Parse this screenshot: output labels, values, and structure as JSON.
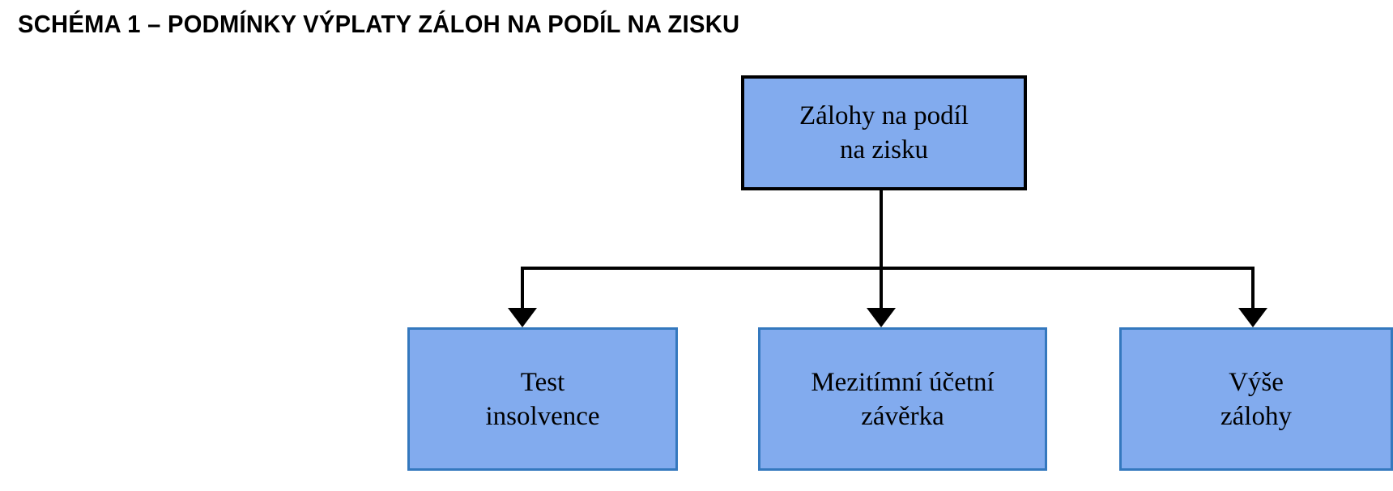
{
  "title": "SCHÉMA 1 – PODMÍNKY VÝPLATY ZÁLOH NA PODÍL NA ZISKU",
  "colors": {
    "box_fill": "#82ABEE",
    "root_border": "#000000",
    "leaf_border": "#3478BE",
    "connector": "#000000",
    "text": "#000000",
    "background": "#FFFFFF"
  },
  "diagram": {
    "type": "tree",
    "root": {
      "id": "root",
      "label": "Zálohy na podíl\nna zisku",
      "line1": "Zálohy na podíl",
      "line2": "na zisku"
    },
    "children": [
      {
        "id": "insolvency",
        "label": "Test\ninsolvence",
        "line1": "Test",
        "line2": "insolvence"
      },
      {
        "id": "statement",
        "label": "Mezitímní účetní\nzávěrka",
        "line1": "Mezitímní účetní",
        "line2": "závěrka"
      },
      {
        "id": "amount",
        "label": "Výše\nzálohy",
        "line1": "Výše",
        "line2": "zálohy"
      }
    ],
    "edges": [
      {
        "from": "root",
        "to": "insolvency",
        "arrow": "down"
      },
      {
        "from": "root",
        "to": "statement",
        "arrow": "down"
      },
      {
        "from": "root",
        "to": "amount",
        "arrow": "down"
      }
    ]
  }
}
